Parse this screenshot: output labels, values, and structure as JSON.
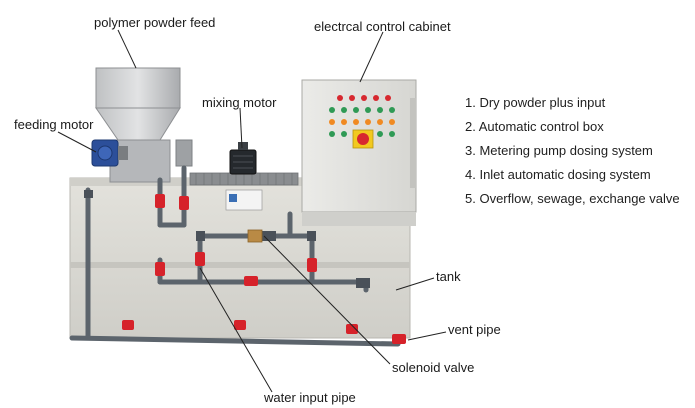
{
  "labels": {
    "polymer_powder_feed": "polymer powder feed",
    "electrical_control_cabinet": "electrcal control cabinet",
    "feeding_motor": "feeding motor",
    "mixing_motor": "mixing motor",
    "tank": "tank",
    "vent_pipe": "vent pipe",
    "solenoid_valve": "solenoid valve",
    "water_input_pipe": "water input pipe"
  },
  "features": [
    "1. Dry powder plus input",
    "2. Automatic control box",
    "3. Metering pump dosing system",
    "4. Inlet automatic dosing system",
    "5. Overflow, sewage, exchange valve"
  ],
  "colors": {
    "tank_body": "#d9d8d2",
    "cabinet": "#e4e4e0",
    "pipe": "#5c646c",
    "valve_red": "#d6222a",
    "motor_blue": "#2c4f9a",
    "indicator_red": "#d7282f",
    "indicator_green": "#2f9a55",
    "indicator_orange": "#f08a22",
    "estop_yellow": "#f2c91f"
  }
}
